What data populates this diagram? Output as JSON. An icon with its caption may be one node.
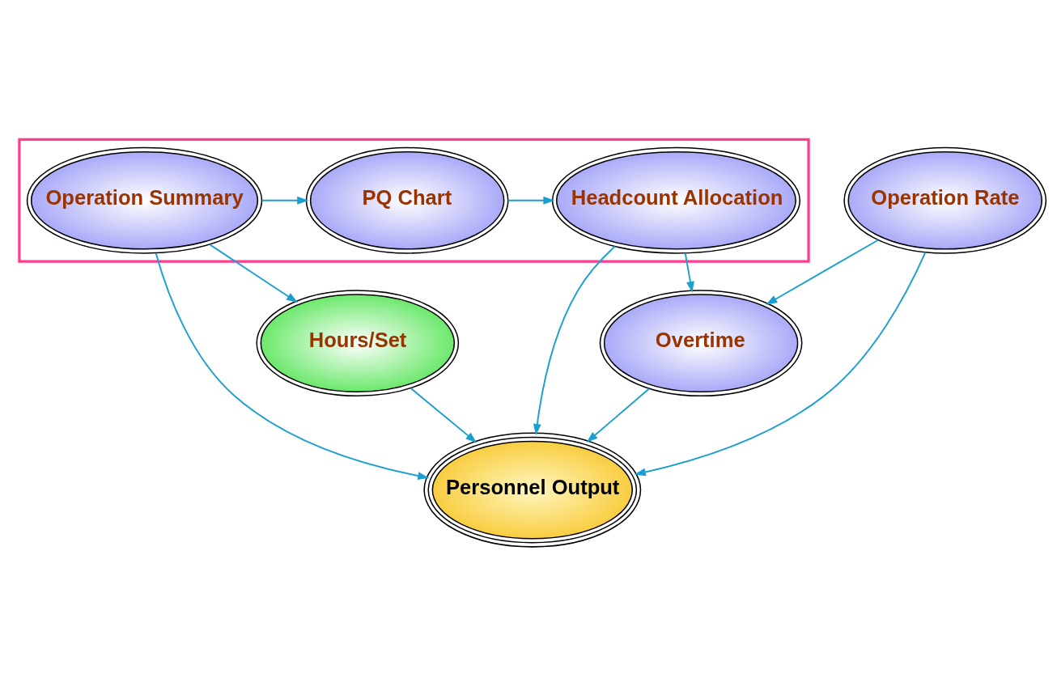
{
  "diagram": {
    "nodes": [
      {
        "text": [],
        "shape": "box"
      },
      {
        "text": [
          "PQ Chart"
        ],
        "in": 0
      },
      {
        "text": [
          "Headcount Allocation"
        ],
        "in": 0
      },
      {
        "text": [
          "Operation Summary"
        ],
        "in": 0
      },
      {
        "text": [
          "Personnel Output"
        ]
      },
      {
        "text": [
          "Overtime"
        ]
      },
      {
        "text": [
          "Hours/Set"
        ]
      },
      {
        "text": [
          "Operation Rate"
        ]
      }
    ],
    "edges": [
      {
        "from": 1,
        "to": 2,
        "arrow": "to"
      },
      {
        "from": 3,
        "to": 1,
        "arrow": "to"
      },
      {
        "from": 2,
        "to": 4,
        "arrow": "to"
      },
      {
        "from": 3,
        "to": 4,
        "arrow": "to"
      },
      {
        "from": 2,
        "to": 5,
        "arrow": "to"
      },
      {
        "from": 3,
        "to": 6,
        "arrow": "to"
      },
      {
        "from": 5,
        "to": 4,
        "arrow": "to"
      },
      {
        "from": 7,
        "to": 4,
        "arrow": "to"
      },
      {
        "from": 6,
        "to": 4,
        "arrow": "to"
      },
      {
        "from": 7,
        "to": 5,
        "arrow": "to"
      }
    ]
  }
}
